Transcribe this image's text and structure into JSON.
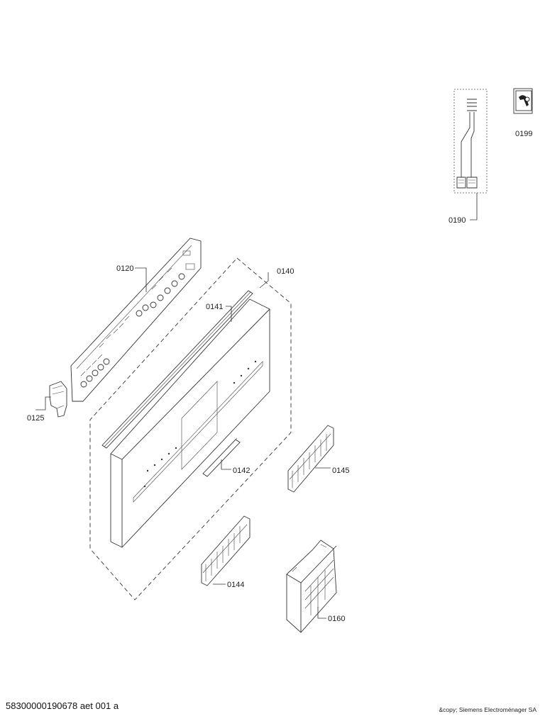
{
  "parts": {
    "p0120": "0120",
    "p0125": "0125",
    "p0140": "0140",
    "p0141": "0141",
    "p0142": "0142",
    "p0144": "0144",
    "p0145": "0145",
    "p0160": "0160",
    "p0190": "0190",
    "p0199": "0199"
  },
  "footer": {
    "doc_id": "58300000190678 aet 001 a",
    "copyright": "&copy; Siemens Electroménager SA"
  }
}
